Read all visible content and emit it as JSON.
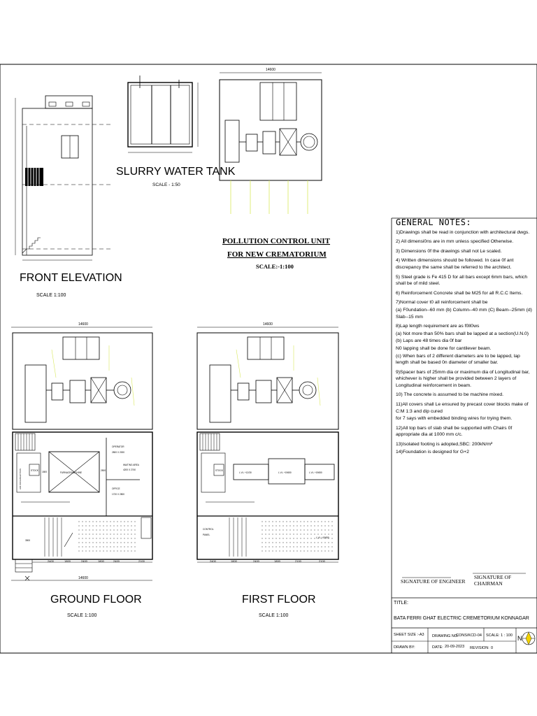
{
  "drawings": {
    "front_elevation": {
      "title": "FRONT ELEVATION",
      "scale": "SCALE 1:100"
    },
    "slurry_tank": {
      "title": "SLURRY WATER TANK",
      "scale": "SCALE - 1:50"
    },
    "pollution_unit": {
      "title_line1": "POLLUTION CONTROL  UNIT",
      "title_line2": "FOR NEW CREMATORIUM",
      "scale": "SCALE:-1:100",
      "dim_top": "14600"
    },
    "ground_floor": {
      "title": "GROUND FLOOR",
      "scale": "SCALE 1:100",
      "dim_top": "14600",
      "dim_bottom": "14600",
      "room_labels": [
        "OPERATOR",
        "2800 X 2000",
        "WAITING AREA",
        "4200 X 2740",
        "OFFICE",
        "1720 X 2800",
        "FURNACE/MACHINE",
        "STOCK",
        "AIR COOLING/CTION",
        "2500",
        "1800",
        "3500"
      ],
      "dims_bottom": [
        "2400",
        "1800",
        "2400",
        "1800",
        "2400",
        "2100"
      ]
    },
    "first_floor": {
      "title": "FIRST FLOOR",
      "scale": "SCALE 1:100",
      "dim_top": "14600",
      "room_labels": [
        "L.V.L +12/30",
        "L.V.L +19650",
        "L.V.L +19650",
        "CONTROL",
        "PANEL",
        "STOCK",
        "L.V.L +19650"
      ],
      "dims_bottom": [
        "2400",
        "1800",
        "2400",
        "1800",
        "2100",
        "2100"
      ]
    }
  },
  "general_notes": {
    "heading": "GENERAL  NOTES:",
    "items": [
      "1)Drawings shall be read in conjunction with architectural dwgs.",
      "2)      All dimensi0ns are in mm unless specified Otherwise.",
      "3)      Dimensions 0f the drawings shall not Le scaled.",
      "4)      Written dimensions should be followed. In case 0f ant discrepancy the same shall be referred to the architect.",
      "5)      Steel grade is Fe 415 D for all bars except 6mm bars, which shall be of mild steel.",
      "6) Reinforcement Concrete shall be M25 for all R.C.C Items.",
      "7)Normal cover t0 all reinforcement shall be",
      "(a)    F0undation--60 mm (b) Column--40 mm (C) Beam--25mm (d) Slab--15 mm",
      "8)Lap length requirement are as f0ll0ws",
      "(a)    Not more than 50% bars shall be lapped at a section(U.N.0)",
      "(b)    Laps are 48 times dia 0f bar",
      "N0 lapping shall be done for cantilever beam.",
      "(c)    When bars of 2 different diameters are to be lapped, lap length shall be based 0n diameter of smaller bar.",
      "9)Spacer bars of 25mm dia or maximum dia of Longitudinal bar, whichever is higher shall be provided between 2 layers of Longitudinal reinforcement in beam.",
      "10) The concrete is assumed to be machine mixed.",
      "11)All covers shall Le ensured by precast cover blocks make of C:M 1:3 and dip cured",
      "for 7 says with embedded binding wires for trying them.",
      "12)All top bars of slab shall be supported with Chairs 0f appropriate dia at 1000 mm c/c.",
      "13)Isolated footing is adopted,SBC: 200kN/m²",
      "14)Foundation is designed for G+2"
    ]
  },
  "signatures": {
    "engineer": "SIGNATURE OF ENGINEER",
    "chairman": "SIGNATURE OF CHAIRMAN"
  },
  "title_block": {
    "title_label": "TITLE:",
    "title": "BATA FERRI GHAT ELECTRIC CREMETORIUM KONNAGAR",
    "sheet_size": "SHEET SIZE :-A3",
    "drawing_no_label": "DRAWING NO:",
    "drawing_no": "CONS/KCD-04",
    "scale": "SCALE: 1 : 100",
    "drawn_by": "DRAWN BY:",
    "date_label": "DATE:",
    "date": "20-09-2023",
    "revision_label": "REVISION:",
    "revision": "0",
    "north": "N"
  }
}
